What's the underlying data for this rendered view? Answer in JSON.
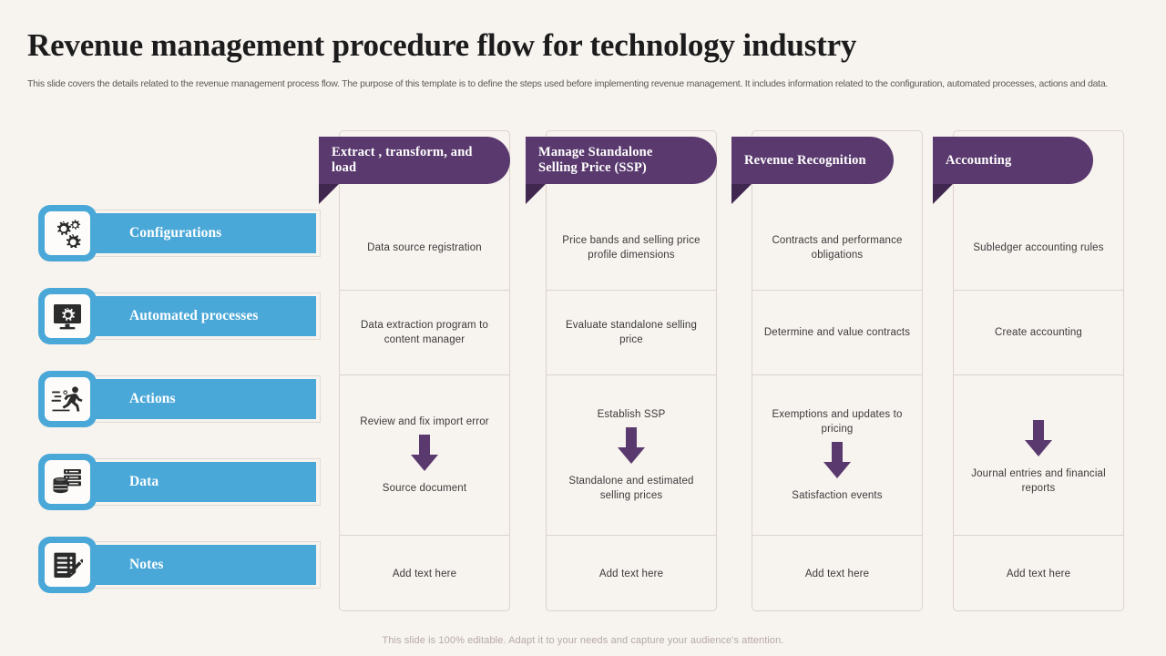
{
  "header": {
    "title": "Revenue management procedure flow for technology industry",
    "subtitle": "This slide covers the details related to the revenue management process flow. The purpose of this template is to define the steps used  before implementing revenue management. It includes information related to the configuration, automated processes, actions and data."
  },
  "colors": {
    "background": "#f7f3ef",
    "accent_blue": "#4aa8d8",
    "accent_purple": "#5a3a6e",
    "card_border": "#ddd3cc",
    "text": "#3b3b3b"
  },
  "sidebar": {
    "items": [
      {
        "label": "Configurations",
        "icon": "gears-icon"
      },
      {
        "label": "Automated processes",
        "icon": "monitor-gear-icon"
      },
      {
        "label": "Actions",
        "icon": "running-person-icon"
      },
      {
        "label": "Data",
        "icon": "database-stack-icon"
      },
      {
        "label": "Notes",
        "icon": "notepad-pencil-icon"
      }
    ]
  },
  "columns": [
    {
      "header": "Extract , transform, and load",
      "cells": [
        {
          "top": "Data source registration",
          "arrow": false,
          "bottom": ""
        },
        {
          "top": "Data extraction program to content manager",
          "arrow": false,
          "bottom": ""
        },
        {
          "top": "Review and fix import error",
          "arrow": true,
          "bottom": "Source document"
        },
        {
          "top": "Add text here",
          "arrow": false,
          "bottom": ""
        }
      ]
    },
    {
      "header": "Manage Standalone Selling Price (SSP)",
      "cells": [
        {
          "top": "Price bands and selling price profile dimensions",
          "arrow": false,
          "bottom": ""
        },
        {
          "top": "Evaluate standalone selling price",
          "arrow": false,
          "bottom": ""
        },
        {
          "top": "Establish SSP",
          "arrow": true,
          "bottom": "Standalone and estimated selling prices"
        },
        {
          "top": "Add text here",
          "arrow": false,
          "bottom": ""
        }
      ]
    },
    {
      "header": "Revenue Recognition",
      "cells": [
        {
          "top": "Contracts and performance obligations",
          "arrow": false,
          "bottom": ""
        },
        {
          "top": "Determine and value contracts",
          "arrow": false,
          "bottom": ""
        },
        {
          "top": "Exemptions and updates to pricing",
          "arrow": true,
          "bottom": "Satisfaction events"
        },
        {
          "top": "Add text here",
          "arrow": false,
          "bottom": ""
        }
      ]
    },
    {
      "header": "Accounting",
      "cells": [
        {
          "top": "Subledger accounting rules",
          "arrow": false,
          "bottom": ""
        },
        {
          "top": "Create accounting",
          "arrow": false,
          "bottom": ""
        },
        {
          "top": "",
          "arrow": true,
          "bottom": "Journal entries and financial reports"
        },
        {
          "top": "Add text here",
          "arrow": false,
          "bottom": ""
        }
      ]
    }
  ],
  "footer": {
    "note": "This slide is 100% editable. Adapt it to your needs and capture your audience's attention."
  }
}
